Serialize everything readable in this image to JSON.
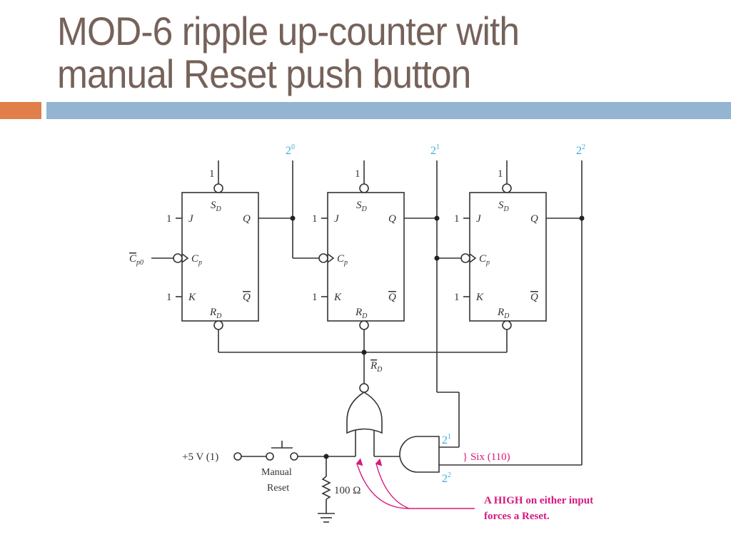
{
  "slide": {
    "title_line1": "MOD-6 ripple up-counter  with",
    "title_line2": "manual Reset push button"
  },
  "colors": {
    "title_text": "#76625a",
    "accent_orange": "#e07f4a",
    "accent_blue": "#93b5d2",
    "bit_label": "#3aaed8",
    "annotation": "#d6197e",
    "wire": "#333333"
  },
  "circuit": {
    "flip_flops": [
      {
        "sd_input": "1",
        "sd": "S",
        "sd_sub": "D",
        "j_input": "1",
        "j": "J",
        "k_input": "1",
        "k": "K",
        "cp": "C",
        "cp_sub": "p",
        "q": "Q",
        "qbar": "Q",
        "rd": "R",
        "rd_sub": "D"
      },
      {
        "sd_input": "1",
        "sd": "S",
        "sd_sub": "D",
        "j_input": "1",
        "j": "J",
        "k_input": "1",
        "k": "K",
        "cp": "C",
        "cp_sub": "p",
        "q": "Q",
        "qbar": "Q",
        "rd": "R",
        "rd_sub": "D"
      },
      {
        "sd_input": "1",
        "sd": "S",
        "sd_sub": "D",
        "j_input": "1",
        "j": "J",
        "k_input": "1",
        "k": "K",
        "cp": "C",
        "cp_sub": "p",
        "q": "Q",
        "qbar": "Q",
        "rd": "R",
        "rd_sub": "D"
      }
    ],
    "clock_input": {
      "base": "C",
      "sub": "p0"
    },
    "outputs": [
      {
        "base": "2",
        "exp": "0"
      },
      {
        "base": "2",
        "exp": "1"
      },
      {
        "base": "2",
        "exp": "2"
      }
    ],
    "reset_line": {
      "base": "R",
      "sub": "D"
    },
    "supply_label": "+5 V (1)",
    "switch_label_1": "Manual",
    "switch_label_2": "Reset",
    "resistor_label": "100 Ω",
    "and_inputs": [
      {
        "base": "2",
        "exp": "1"
      },
      {
        "base": "2",
        "exp": "2"
      }
    ],
    "six_label": "} Six (110)",
    "note_line1": "A HIGH on either input",
    "note_line2": "forces a Reset."
  }
}
